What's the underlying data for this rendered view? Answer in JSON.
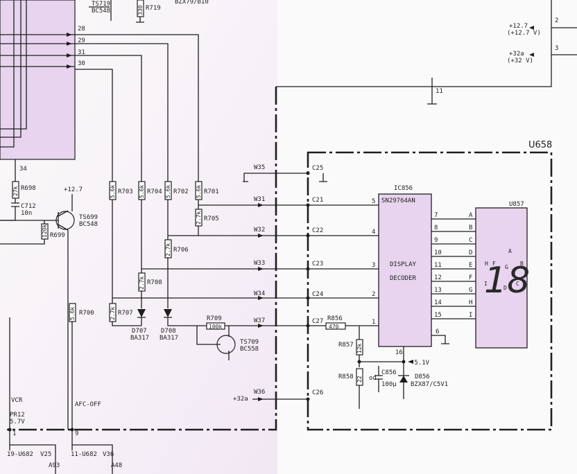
{
  "colors": {
    "ink": "#1e1e1e",
    "highlight": "#e8d4ef",
    "paper": "#fbfafa"
  },
  "board": {
    "label": "U658"
  },
  "ic856": {
    "ref": "IC856",
    "part": "SN29764AN",
    "function_line1": "DISPLAY",
    "function_line2": "DECODER"
  },
  "u857": {
    "ref": "U857",
    "segment_letters": [
      "A",
      "B",
      "C",
      "D",
      "E",
      "F",
      "G",
      "H",
      "I"
    ],
    "digits": "18"
  },
  "left_block_pins": [
    "28",
    "29",
    "31",
    "30"
  ],
  "pin34": "34",
  "connectors_top_right": [
    {
      "label": "+12.7",
      "sub": "(+12.7 V)",
      "pin": "2"
    },
    {
      "label": "+32a",
      "sub": "(+32 V)",
      "pin": "3"
    }
  ],
  "pin11": "11",
  "top_parts": {
    "ts719_ref": "TS719",
    "ts719_type": "BC548",
    "r719_value": "330",
    "r719_ref": "R719",
    "zener": "BZX79/B10"
  },
  "wires": [
    "W35",
    "W31",
    "W32",
    "W33",
    "W34",
    "W37",
    "W36"
  ],
  "connectors_c": [
    "C25",
    "C21",
    "C22",
    "C23",
    "C24",
    "C27",
    "C26"
  ],
  "ic_input_pins": [
    "5",
    "4",
    "3",
    "2",
    "1"
  ],
  "ic_output_pins": [
    {
      "pin": "7",
      "seg": "A"
    },
    {
      "pin": "8",
      "seg": "B"
    },
    {
      "pin": "9",
      "seg": "C"
    },
    {
      "pin": "10",
      "seg": "D"
    },
    {
      "pin": "11",
      "seg": "E"
    },
    {
      "pin": "12",
      "seg": "F"
    },
    {
      "pin": "13",
      "seg": "G"
    },
    {
      "pin": "14",
      "seg": "H"
    },
    {
      "pin": "15",
      "seg": "I"
    }
  ],
  "ic_pin6": "6",
  "ic_pin16": "16",
  "resistors": [
    {
      "ref": "R698",
      "value": "27k"
    },
    {
      "ref": "R699",
      "value": "120k"
    },
    {
      "ref": "R703",
      "value": "5.6k"
    },
    {
      "ref": "R704",
      "value": "5.6k"
    },
    {
      "ref": "R702",
      "value": "5.6k"
    },
    {
      "ref": "R701",
      "value": "5.6k"
    },
    {
      "ref": "R705",
      "value": "2.7k"
    },
    {
      "ref": "R706",
      "value": "2.7k"
    },
    {
      "ref": "R708",
      "value": "2.7k"
    },
    {
      "ref": "R707",
      "value": "2.7k"
    },
    {
      "ref": "R700",
      "value": "5.6k"
    },
    {
      "ref": "R709",
      "value": "100k"
    },
    {
      "ref": "R856",
      "value": "470"
    },
    {
      "ref": "R857",
      "value": "12k"
    },
    {
      "ref": "R858",
      "value": "22"
    }
  ],
  "c712": {
    "ref": "C712",
    "value": "10n"
  },
  "vcc_127": "+12.7",
  "ts699": {
    "ref": "TS699",
    "type": "BC548"
  },
  "d707": {
    "ref": "D707",
    "type": "BA317"
  },
  "d708": {
    "ref": "D708",
    "type": "BA317"
  },
  "ts709": {
    "ref": "TS709",
    "type": "BC558"
  },
  "c856": {
    "ref": "C856",
    "value": "100μ",
    "prefix": "od"
  },
  "d856": {
    "ref": "D856",
    "type": "BZX87/C5V1"
  },
  "minus51": "-5.1V",
  "plus32a": "+32a",
  "vcr": "VCR",
  "pr12": "PR12",
  "pr12_v": "5.7V",
  "afc_off": "AFC-OFF",
  "bottom_pins": [
    "1",
    "9"
  ],
  "bottom_labels": {
    "l1": "19-U682",
    "v25": "V25",
    "a93": "A93",
    "l2": "11-U682",
    "v36": "V36",
    "a48": "A48"
  }
}
